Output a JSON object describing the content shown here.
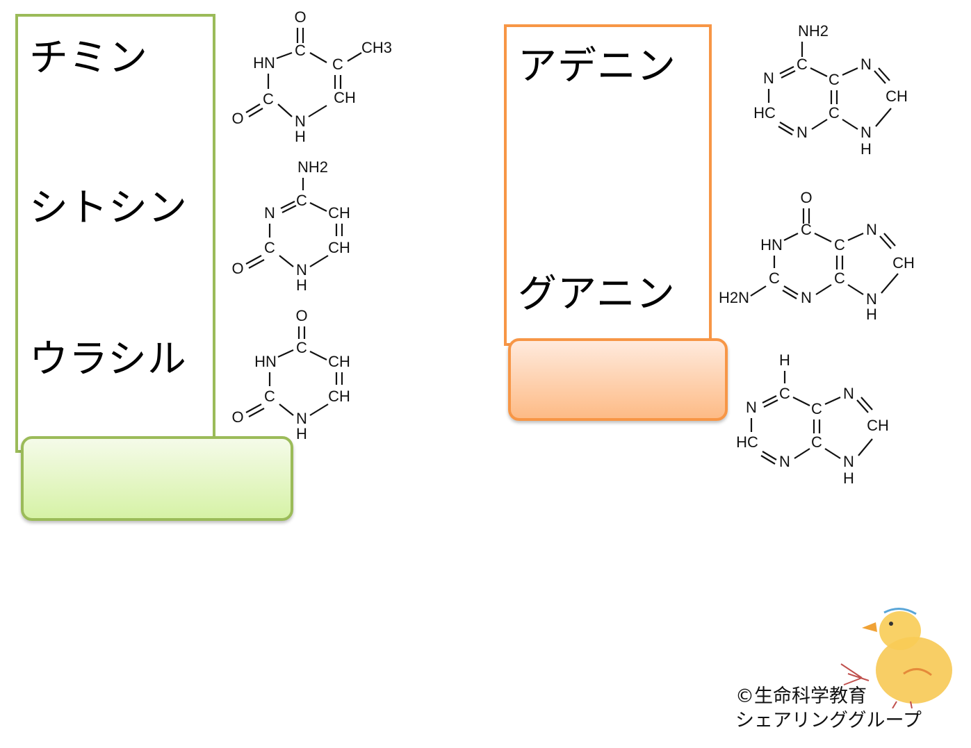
{
  "pyrimidines": {
    "names": [
      "チミン",
      "シトシン",
      "ウラシル"
    ],
    "label": ""
  },
  "purines": {
    "names": [
      "アデニン",
      "グアニン"
    ],
    "label": ""
  },
  "structures": {
    "thymine": {
      "labels": [
        "O",
        "HN",
        "C",
        "C",
        "CH3",
        "C",
        "CH",
        "O",
        "N",
        "H"
      ]
    },
    "cytosine": {
      "labels": [
        "NH2",
        "N",
        "C",
        "CH",
        "CH",
        "C",
        "O",
        "N",
        "H"
      ]
    },
    "uracil": {
      "labels": [
        "O",
        "HN",
        "C",
        "CH",
        "CH",
        "C",
        "O",
        "N",
        "H"
      ]
    },
    "adenine": {
      "labels": [
        "NH2",
        "N",
        "C",
        "C",
        "N",
        "CH",
        "HC",
        "N",
        "C",
        "N",
        "H"
      ]
    },
    "guanine": {
      "labels": [
        "O",
        "HN",
        "C",
        "C",
        "N",
        "CH",
        "H2N",
        "C",
        "N",
        "C",
        "N",
        "H"
      ]
    },
    "purine": {
      "labels": [
        "H",
        "N",
        "C",
        "C",
        "N",
        "CH",
        "HC",
        "N",
        "C",
        "N",
        "H"
      ]
    }
  },
  "copyright": {
    "line1": "©生命科学教育",
    "line2": "シェアリンググループ"
  },
  "colors": {
    "pyrimidine_accent": "#9bbb59",
    "purine_accent": "#f79646"
  },
  "icons": {
    "chick": "chick-illustration"
  }
}
